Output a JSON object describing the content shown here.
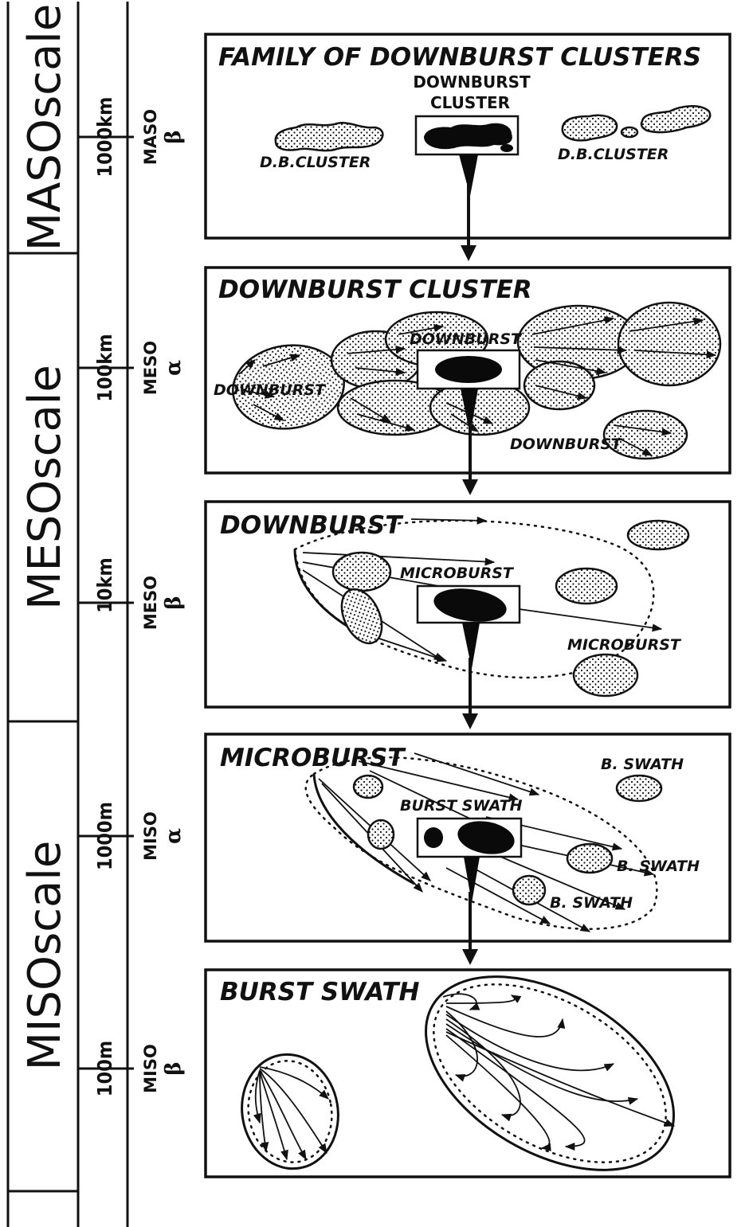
{
  "scale_column": {
    "masoscale": "MASOscale",
    "mesoscale": "MESOscale",
    "misoscale": "MISOscale"
  },
  "distance_ticks": {
    "d1000km": "1000km",
    "d100km": "100km",
    "d10km": "10km",
    "d1000m": "1000m",
    "d100m": "100m"
  },
  "subscales": [
    {
      "name": "MASO",
      "greek": "β"
    },
    {
      "name": "MESO",
      "greek": "α"
    },
    {
      "name": "MESO",
      "greek": "β"
    },
    {
      "name": "MISO",
      "greek": "α"
    },
    {
      "name": "MISO",
      "greek": "β"
    }
  ],
  "panels": {
    "p1": {
      "title": "FAMILY OF DOWNBURST CLUSTERS",
      "center_label_1": "DOWNBURST",
      "center_label_2": "CLUSTER",
      "left_label": "D.B.CLUSTER",
      "right_label": "D.B.CLUSTER"
    },
    "p2": {
      "title": "DOWNBURST  CLUSTER",
      "center_label": "DOWNBURST",
      "left_label": "DOWNBURST",
      "right_label": "DOWNBURST"
    },
    "p3": {
      "title": "DOWNBURST",
      "center_label": "MICROBURST",
      "right_label": "MICROBURST"
    },
    "p4": {
      "title": "MICROBURST",
      "center_label": "BURST SWATH",
      "label_a": "B. SWATH",
      "label_b": "B. SWATH",
      "label_c": "B. SWATH"
    },
    "p5": {
      "title": "BURST  SWATH"
    }
  }
}
